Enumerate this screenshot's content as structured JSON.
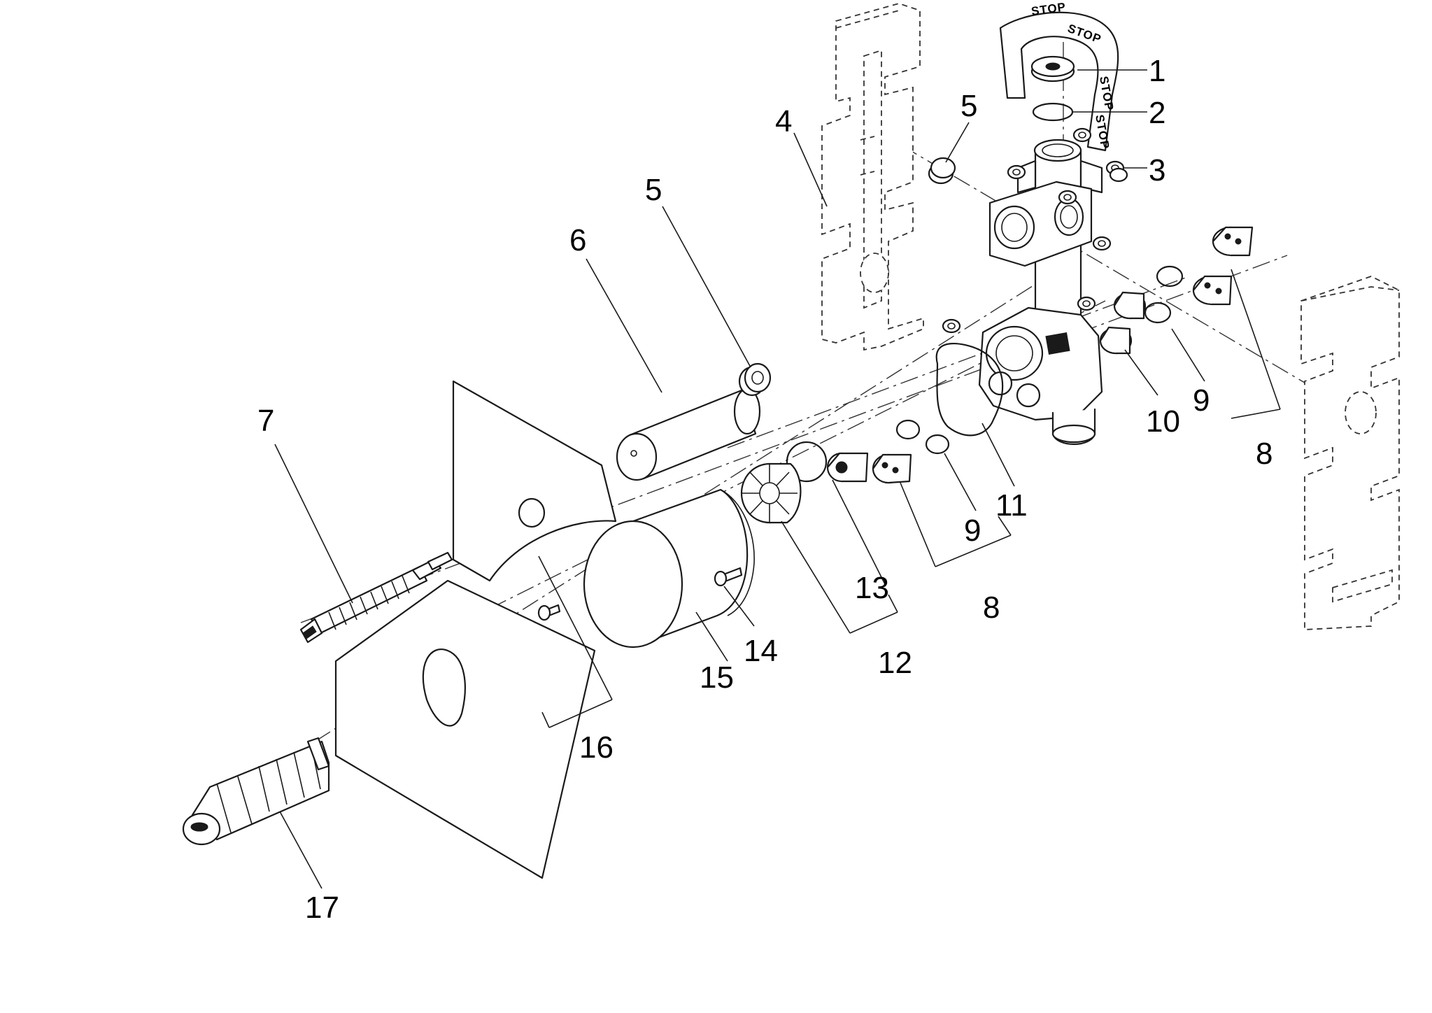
{
  "stop_band": {
    "label": "STOP"
  },
  "callouts": [
    {
      "id": "c1",
      "label": "1"
    },
    {
      "id": "c2",
      "label": "2"
    },
    {
      "id": "c3",
      "label": "3"
    },
    {
      "id": "c4",
      "label": "4"
    },
    {
      "id": "c5a",
      "label": "5"
    },
    {
      "id": "c5b",
      "label": "5"
    },
    {
      "id": "c6",
      "label": "6"
    },
    {
      "id": "c7",
      "label": "7"
    },
    {
      "id": "c8a",
      "label": "8"
    },
    {
      "id": "c8b",
      "label": "8"
    },
    {
      "id": "c9a",
      "label": "9"
    },
    {
      "id": "c9b",
      "label": "9"
    },
    {
      "id": "c10",
      "label": "10"
    },
    {
      "id": "c11",
      "label": "11"
    },
    {
      "id": "c12",
      "label": "12"
    },
    {
      "id": "c13",
      "label": "13"
    },
    {
      "id": "c14",
      "label": "14"
    },
    {
      "id": "c15",
      "label": "15"
    },
    {
      "id": "c16",
      "label": "16"
    },
    {
      "id": "c17",
      "label": "17"
    }
  ],
  "colors": {
    "line": "#1a1a1a",
    "background": "#ffffff"
  }
}
